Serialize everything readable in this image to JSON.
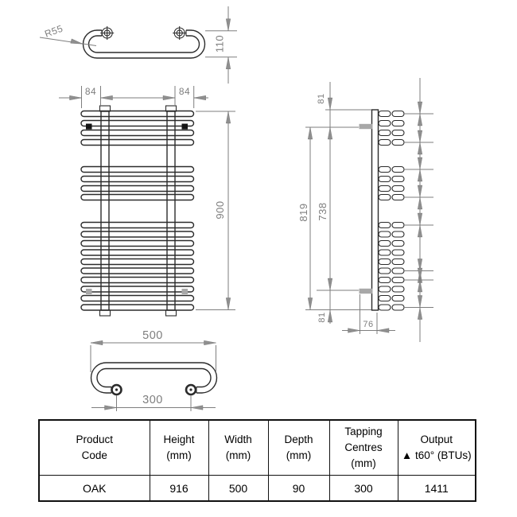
{
  "style": {
    "background": "#ffffff",
    "outline_color": "#2b2b2b",
    "dimension_color": "#7e7e7e",
    "bracket_top_color": "#141414",
    "bracket_bottom_color": "#a8a8a8"
  },
  "drawing": {
    "top_view": {
      "radius_label": "R55",
      "depth_dim": "110"
    },
    "front_view": {
      "left_offset_dim": "84",
      "right_offset_dim": "84",
      "height_dim": "900"
    },
    "side_view": {
      "top_offset_dim": "81",
      "overall_dim": "819",
      "bracket_centres_dim": "738",
      "bottom_offset_dim": "81",
      "bracket_depth_dim": "76"
    },
    "bottom_view": {
      "width_dim": "500",
      "tapping_centres_dim": "300"
    }
  },
  "table": {
    "headers": [
      {
        "lines": [
          "Product",
          "Code"
        ]
      },
      {
        "lines": [
          "Height",
          "(mm)"
        ]
      },
      {
        "lines": [
          "Width",
          "(mm)"
        ]
      },
      {
        "lines": [
          "Depth",
          "(mm)"
        ]
      },
      {
        "lines": [
          "Tapping",
          "Centres",
          "(mm)"
        ]
      },
      {
        "lines": [
          "Output",
          "▲ t60° (BTUs)"
        ]
      }
    ],
    "row": [
      "OAK",
      "916",
      "500",
      "90",
      "300",
      "1411"
    ]
  }
}
